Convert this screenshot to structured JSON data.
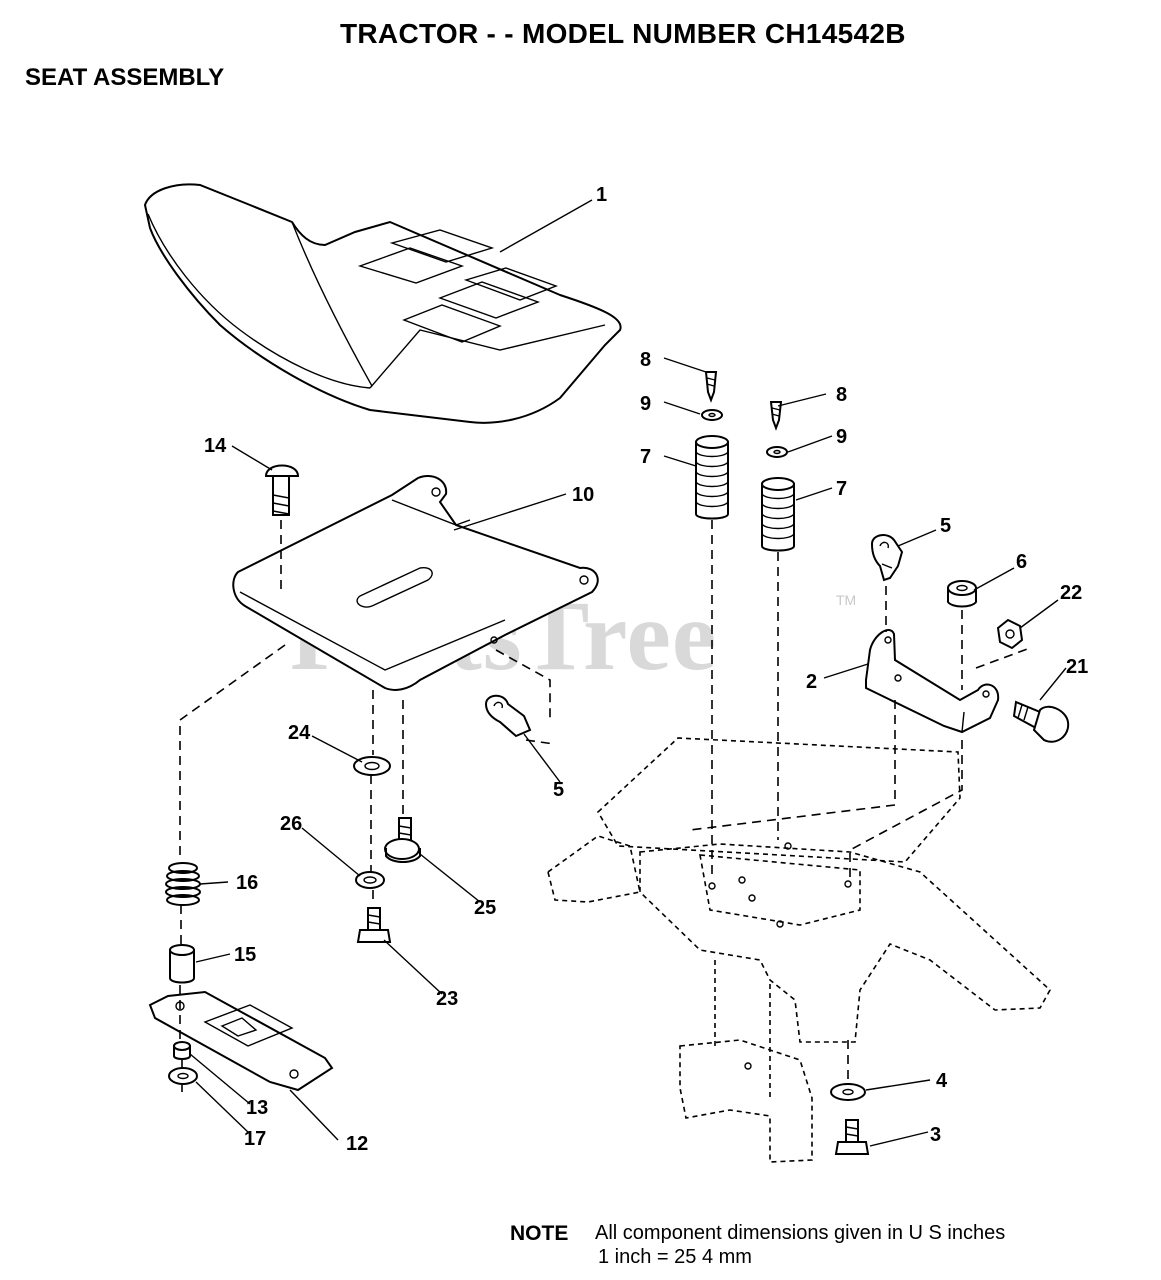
{
  "header": {
    "title": "TRACTOR - - MODEL NUMBER CH14542B",
    "subtitle": "SEAT ASSEMBLY"
  },
  "watermark": {
    "text": "PartsTree",
    "tm": "TM"
  },
  "note": {
    "label": "NOTE",
    "line1": "All component dimensions given in U S  inches",
    "line2": "1 inch = 25 4 mm"
  },
  "callouts": [
    {
      "id": "c1",
      "label": "1"
    },
    {
      "id": "c8a",
      "label": "8"
    },
    {
      "id": "c8b",
      "label": "8"
    },
    {
      "id": "c9a",
      "label": "9"
    },
    {
      "id": "c9b",
      "label": "9"
    },
    {
      "id": "c7a",
      "label": "7"
    },
    {
      "id": "c7b",
      "label": "7"
    },
    {
      "id": "c14",
      "label": "14"
    },
    {
      "id": "c10",
      "label": "10"
    },
    {
      "id": "c5a",
      "label": "5"
    },
    {
      "id": "c5b",
      "label": "5"
    },
    {
      "id": "c6",
      "label": "6"
    },
    {
      "id": "c22",
      "label": "22"
    },
    {
      "id": "c2",
      "label": "2"
    },
    {
      "id": "c21",
      "label": "21"
    },
    {
      "id": "c24",
      "label": "24"
    },
    {
      "id": "c26",
      "label": "26"
    },
    {
      "id": "c25",
      "label": "25"
    },
    {
      "id": "c16",
      "label": "16"
    },
    {
      "id": "c15",
      "label": "15"
    },
    {
      "id": "c23",
      "label": "23"
    },
    {
      "id": "c13",
      "label": "13"
    },
    {
      "id": "c17",
      "label": "17"
    },
    {
      "id": "c12",
      "label": "12"
    },
    {
      "id": "c4",
      "label": "4"
    },
    {
      "id": "c3",
      "label": "3"
    }
  ]
}
